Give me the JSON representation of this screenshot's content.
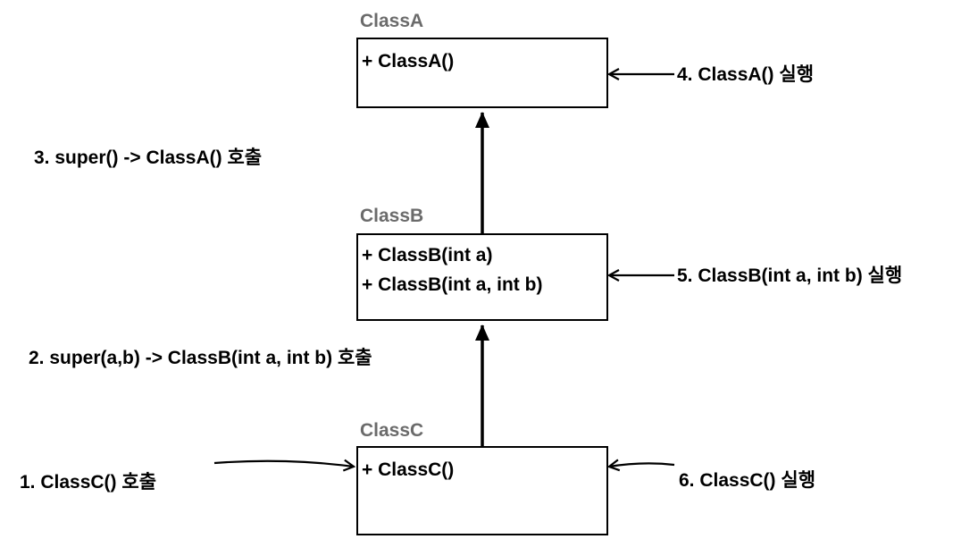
{
  "classes": {
    "a": {
      "title": "ClassA",
      "methods": [
        "+ ClassA()"
      ]
    },
    "b": {
      "title": "ClassB",
      "methods": [
        "+ ClassB(int a)",
        "+ ClassB(int a, int b)"
      ]
    },
    "c": {
      "title": "ClassC",
      "methods": [
        "+ ClassC()"
      ]
    }
  },
  "steps": {
    "s1": "1. ClassC() 호출",
    "s2": "2. super(a,b) -> ClassB(int a, int b) 호출",
    "s3": "3. super() -> ClassA() 호출",
    "s4": "4. ClassA() 실행",
    "s5": "5. ClassB(int a, int b) 실행",
    "s6": "6. ClassC() 실행"
  }
}
